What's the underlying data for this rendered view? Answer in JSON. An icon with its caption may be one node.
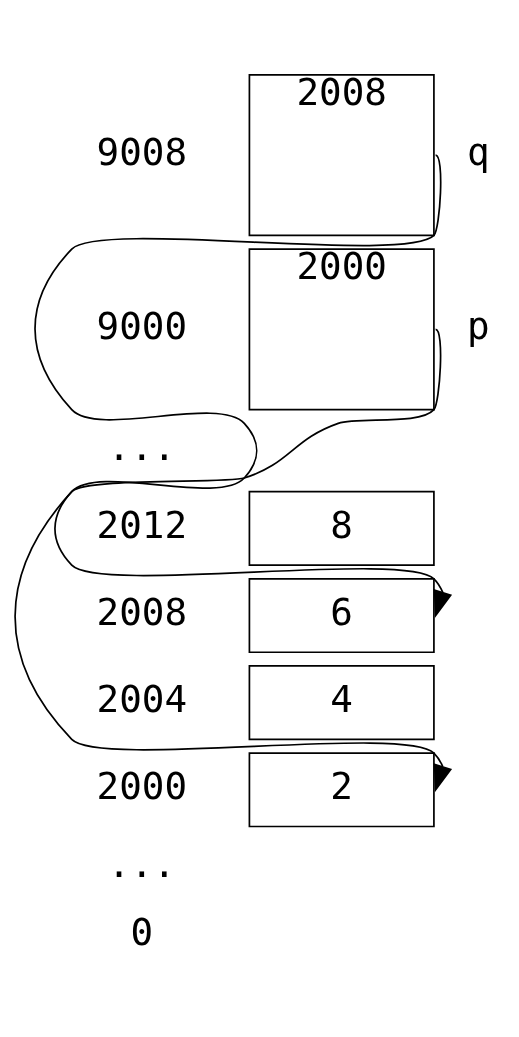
{
  "diagram": {
    "nodes": [
      {
        "text": [
          "2008"
        ],
        "beside": [
          "9008",
          "q"
        ]
      },
      {
        "text": [
          "2000"
        ],
        "beside": [
          "9000",
          "p"
        ]
      },
      {
        "text": [
          "8"
        ],
        "beside": [
          "2012"
        ]
      },
      {
        "text": [
          "6"
        ],
        "beside": [
          "2008"
        ]
      },
      {
        "text": [
          "4"
        ],
        "beside": [
          "2004"
        ]
      },
      {
        "text": [
          "2"
        ],
        "beside": [
          "2000"
        ]
      }
    ],
    "edges": [
      {
        "from": 0,
        "to": 3,
        "arrow": "to"
      },
      {
        "from": 1,
        "to": 5,
        "arrow": "to"
      }
    ],
    "labels": [
      "...",
      "...",
      "0"
    ]
  }
}
